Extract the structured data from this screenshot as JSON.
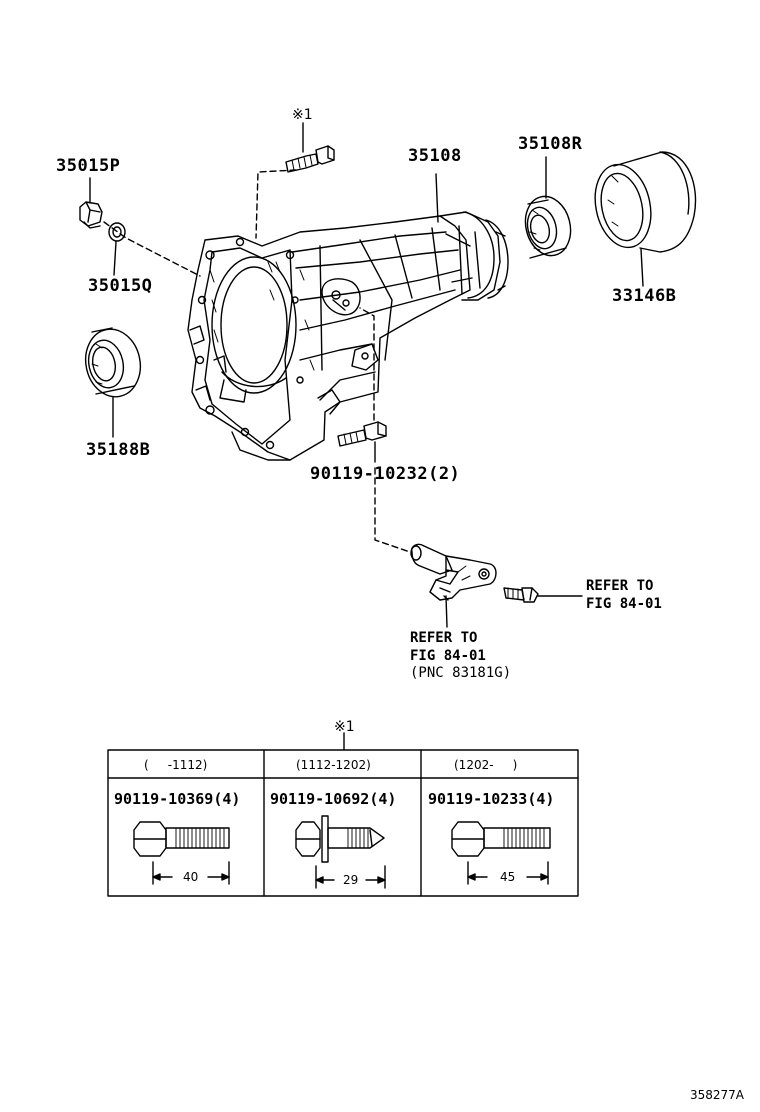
{
  "labels": {
    "p35015P": "35015P",
    "p35015Q": "35015Q",
    "p35188B": "35188B",
    "p35108": "35108",
    "p35108R": "35108R",
    "p33146B": "33146B",
    "p90119_10232": "90119-10232(2)",
    "mark1_top": "※1",
    "mark1_table": "※1"
  },
  "refer_right": {
    "line1": "REFER TO",
    "line2": "FIG 84-01"
  },
  "refer_bottom": {
    "line1": "REFER TO",
    "line2": "FIG 84-01",
    "line3": "(PNC 83181G)"
  },
  "bolt_table": {
    "columns": [
      {
        "range": "(     -1112)",
        "part": "90119-10369(4)",
        "length": "40"
      },
      {
        "range": "(1112-1202)",
        "part": "90119-10692(4)",
        "length": "29"
      },
      {
        "range": "(1202-     )",
        "part": "90119-10233(4)",
        "length": "45"
      }
    ]
  },
  "doc_id": "358277A"
}
